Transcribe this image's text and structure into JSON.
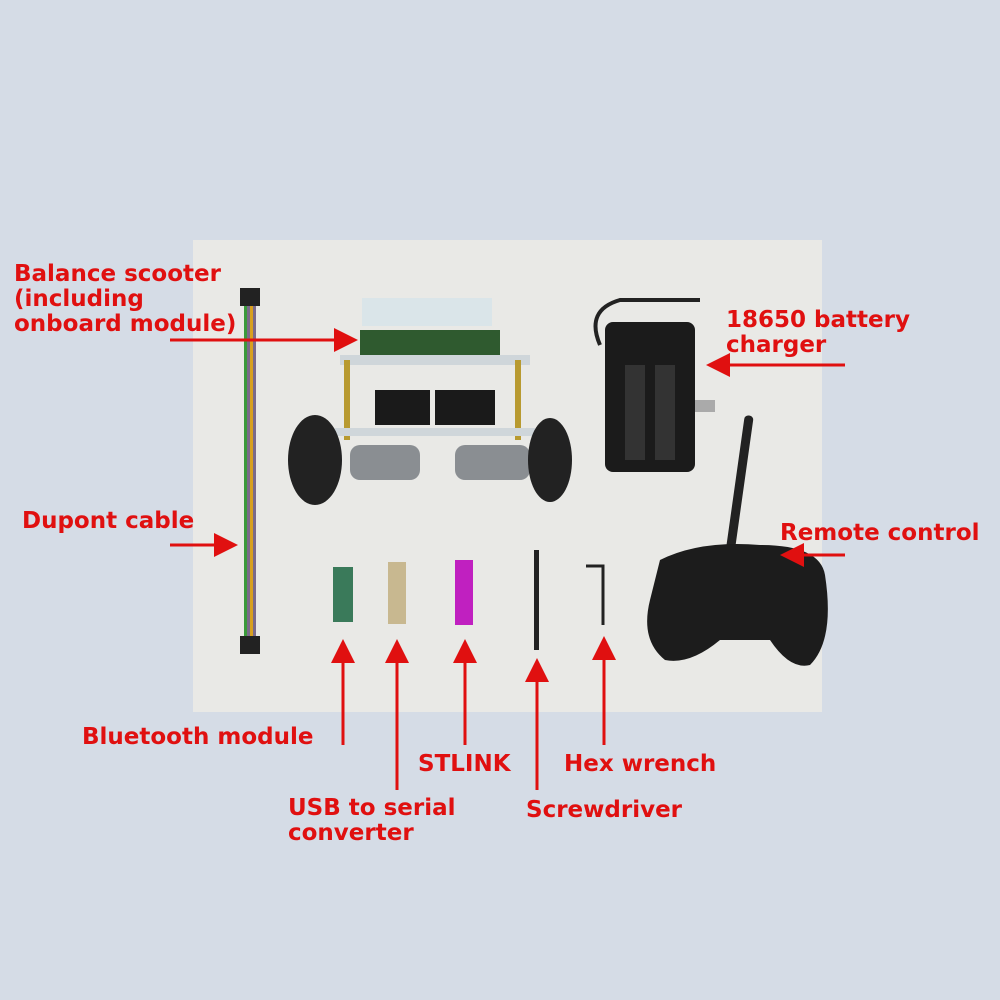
{
  "labels": {
    "balance_scooter": [
      "Balance scooter",
      "(including",
      "onboard module)"
    ],
    "battery_charger": [
      "18650 battery",
      "charger"
    ],
    "dupont_cable": "Dupont cable",
    "remote_control": "Remote control",
    "bluetooth_module": "Bluetooth module",
    "usb_serial": [
      "USB to serial",
      "converter"
    ],
    "stlink": "STLINK",
    "hex_wrench": "Hex wrench",
    "screwdriver": "Screwdriver"
  },
  "colors": {
    "label": "#e01010",
    "background": "#d5dce6",
    "photo": "#e9e9e6"
  }
}
